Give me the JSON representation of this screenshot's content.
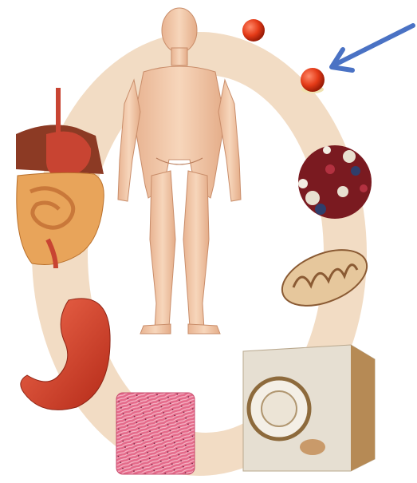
{
  "diagram": {
    "ring_color": "#f2dcc4",
    "ring_inner_color": "#ffffff",
    "arrow_color": "#4a72c4",
    "stages": [
      {
        "name": "atom",
        "icon": "atom-icon",
        "color": "#e43a17"
      },
      {
        "name": "molecule",
        "icon": "molecule-icon",
        "color": "#e43a17"
      },
      {
        "name": "macromolecule",
        "icon": "protein-icon",
        "color": "#7a1a20"
      },
      {
        "name": "organelle",
        "icon": "mitochondrion-icon",
        "color": "#c99a6a"
      },
      {
        "name": "cell",
        "icon": "cell-icon",
        "color": "#b68a55"
      },
      {
        "name": "tissue",
        "icon": "muscle-tissue-icon",
        "color": "#e0557f"
      },
      {
        "name": "organ",
        "icon": "stomach-icon",
        "color": "#d8402a"
      },
      {
        "name": "organ-system",
        "icon": "digestive-system-icon",
        "color": "#c84432"
      },
      {
        "name": "organism",
        "icon": "human-body-icon",
        "color": "#f2c9a7"
      }
    ]
  }
}
